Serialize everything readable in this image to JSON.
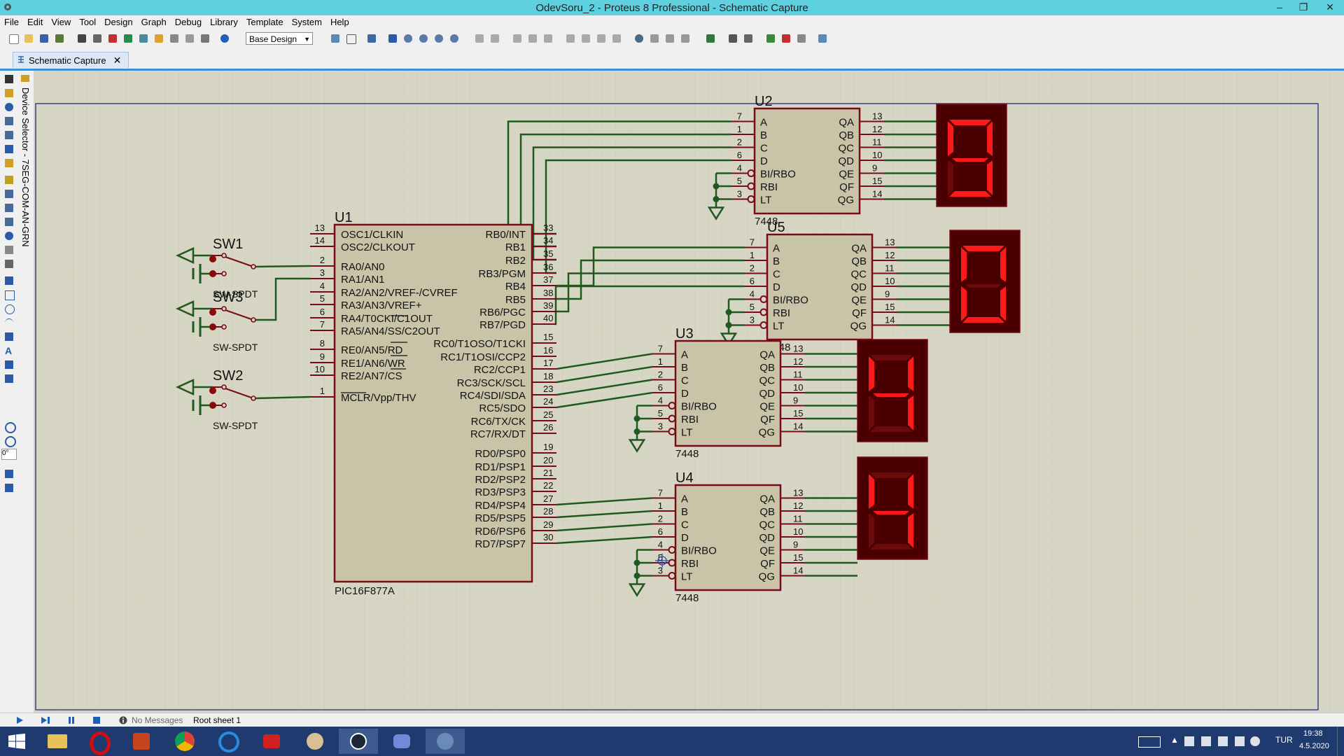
{
  "window": {
    "title": "OdevSoru_2 - Proteus 8 Professional - Schematic Capture",
    "minimize": "–",
    "restore": "❐",
    "close": "✕"
  },
  "menu": [
    "File",
    "Edit",
    "View",
    "Tool",
    "Design",
    "Graph",
    "Debug",
    "Library",
    "Template",
    "System",
    "Help"
  ],
  "toolbar": {
    "design_select": "Base Design"
  },
  "tab": {
    "label": "Schematic Capture"
  },
  "device_selector": {
    "label": "Device Selector - 7SEG-COM-AN-GRN"
  },
  "rotation": "0°",
  "status": {
    "messages": "No Messages",
    "sheet": "Root sheet 1"
  },
  "clock": {
    "time": "19:38",
    "date": "4.5.2020",
    "lang": "TUR"
  },
  "schematic": {
    "mcu": {
      "ref": "U1",
      "part": "PIC16F877A",
      "left_pins": [
        {
          "num": "13",
          "name": "OSC1/CLKIN"
        },
        {
          "num": "14",
          "name": "OSC2/CLKOUT"
        },
        {
          "num": "2",
          "name": "RA0/AN0"
        },
        {
          "num": "3",
          "name": "RA1/AN1"
        },
        {
          "num": "4",
          "name": "RA2/AN2/VREF-/CVREF"
        },
        {
          "num": "5",
          "name": "RA3/AN3/VREF+"
        },
        {
          "num": "6",
          "name": "RA4/T0CKI/C1OUT"
        },
        {
          "num": "7",
          "name": "RA5/AN4/SS/C2OUT"
        },
        {
          "num": "8",
          "name": "RE0/AN5/RD"
        },
        {
          "num": "9",
          "name": "RE1/AN6/WR"
        },
        {
          "num": "10",
          "name": "RE2/AN7/CS"
        },
        {
          "num": "1",
          "name": "MCLR/Vpp/THV"
        }
      ],
      "right_pins": [
        {
          "num": "33",
          "name": "RB0/INT"
        },
        {
          "num": "34",
          "name": "RB1"
        },
        {
          "num": "35",
          "name": "RB2"
        },
        {
          "num": "36",
          "name": "RB3/PGM"
        },
        {
          "num": "37",
          "name": "RB4"
        },
        {
          "num": "38",
          "name": "RB5"
        },
        {
          "num": "39",
          "name": "RB6/PGC"
        },
        {
          "num": "40",
          "name": "RB7/PGD"
        },
        {
          "num": "15",
          "name": "RC0/T1OSO/T1CKI"
        },
        {
          "num": "16",
          "name": "RC1/T1OSI/CCP2"
        },
        {
          "num": "17",
          "name": "RC2/CCP1"
        },
        {
          "num": "18",
          "name": "RC3/SCK/SCL"
        },
        {
          "num": "23",
          "name": "RC4/SDI/SDA"
        },
        {
          "num": "24",
          "name": "RC5/SDO"
        },
        {
          "num": "25",
          "name": "RC6/TX/CK"
        },
        {
          "num": "26",
          "name": "RC7/RX/DT"
        },
        {
          "num": "19",
          "name": "RD0/PSP0"
        },
        {
          "num": "20",
          "name": "RD1/PSP1"
        },
        {
          "num": "21",
          "name": "RD2/PSP2"
        },
        {
          "num": "22",
          "name": "RD3/PSP3"
        },
        {
          "num": "27",
          "name": "RD4/PSP4"
        },
        {
          "num": "28",
          "name": "RD5/PSP5"
        },
        {
          "num": "29",
          "name": "RD6/PSP6"
        },
        {
          "num": "30",
          "name": "RD7/PSP7"
        }
      ]
    },
    "decoders": [
      {
        "ref": "U2",
        "part": "7448"
      },
      {
        "ref": "U5",
        "part": "7448"
      },
      {
        "ref": "U3",
        "part": "7448"
      },
      {
        "ref": "U4",
        "part": "7448"
      }
    ],
    "decoder_in": [
      {
        "num": "7",
        "name": "A"
      },
      {
        "num": "1",
        "name": "B"
      },
      {
        "num": "2",
        "name": "C"
      },
      {
        "num": "6",
        "name": "D"
      },
      {
        "num": "4",
        "name": "BI/RBO"
      },
      {
        "num": "5",
        "name": "RBI"
      },
      {
        "num": "3",
        "name": "LT"
      }
    ],
    "decoder_out": [
      {
        "num": "13",
        "name": "QA"
      },
      {
        "num": "12",
        "name": "QB"
      },
      {
        "num": "11",
        "name": "QC"
      },
      {
        "num": "10",
        "name": "QD"
      },
      {
        "num": "9",
        "name": "QE"
      },
      {
        "num": "15",
        "name": "QF"
      },
      {
        "num": "14",
        "name": "QG"
      }
    ],
    "switches": [
      {
        "ref": "SW1",
        "part": "SW-SPDT"
      },
      {
        "ref": "SW3",
        "part": "SW-SPDT"
      },
      {
        "ref": "SW2",
        "part": "SW-SPDT"
      }
    ],
    "displays": [
      {
        "digit": "9"
      },
      {
        "digit": "0"
      },
      {
        "digit": "4"
      },
      {
        "digit": "4"
      }
    ]
  }
}
